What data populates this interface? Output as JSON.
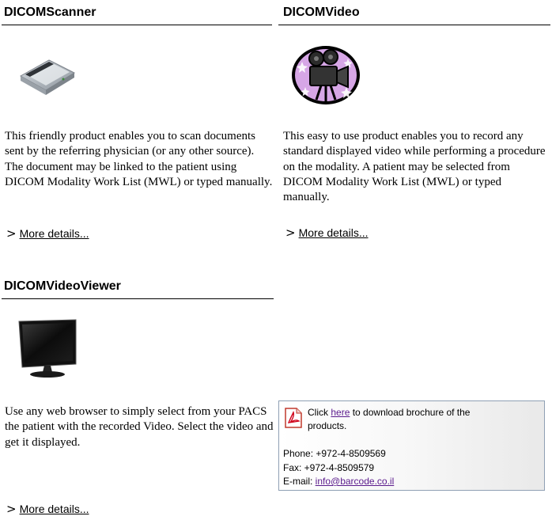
{
  "products": {
    "scanner": {
      "title": "DICOMScanner",
      "description": "This friendly product enables you to scan documents sent by the referring physician (or any other source). The document may be linked to the patient using DICOM Modality Work List (MWL) or typed manually.",
      "more_label": "More details..."
    },
    "video": {
      "title": "DICOMVideo",
      "description": "This easy to use product enables you to record any standard displayed video while performing a procedure on the modality.  A patient may be selected from DICOM Modality Work List (MWL) or typed manually.",
      "more_label": "More details..."
    },
    "viewer": {
      "title": "DICOMVideoViewer",
      "description": "Use any web browser to simply select from your PACS the patient with the recorded Video. Select the video and get it displayed.",
      "more_label": "More details..."
    }
  },
  "contact": {
    "click_prefix": "Click ",
    "here_label": "here",
    "click_suffix": " to download brochure of the",
    "click_suffix2": "products.",
    "phone": "Phone: +972-4-8509569",
    "fax": "Fax: +972-4-8509579",
    "email_prefix": "E-mail: ",
    "email": "info@barcode.co.il"
  },
  "icons": {
    "chevron": "chevron-right-icon",
    "pdf": "pdf-icon"
  }
}
